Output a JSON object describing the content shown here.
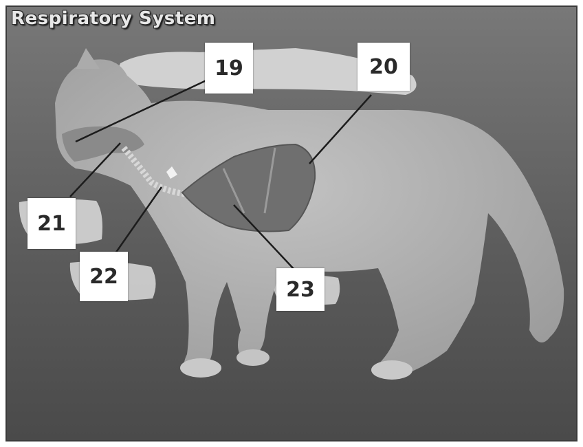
{
  "title": "Respiratory System",
  "labels": [
    {
      "id": "19",
      "text": "19"
    },
    {
      "id": "20",
      "text": "20"
    },
    {
      "id": "21",
      "text": "21"
    },
    {
      "id": "22",
      "text": "22"
    },
    {
      "id": "23",
      "text": "23"
    }
  ],
  "colors": {
    "background": "#5e5e5e",
    "cat_fur": "#b9b9b9",
    "lungs": "#6f6f6f",
    "leader_line": "#1c1c1c"
  }
}
